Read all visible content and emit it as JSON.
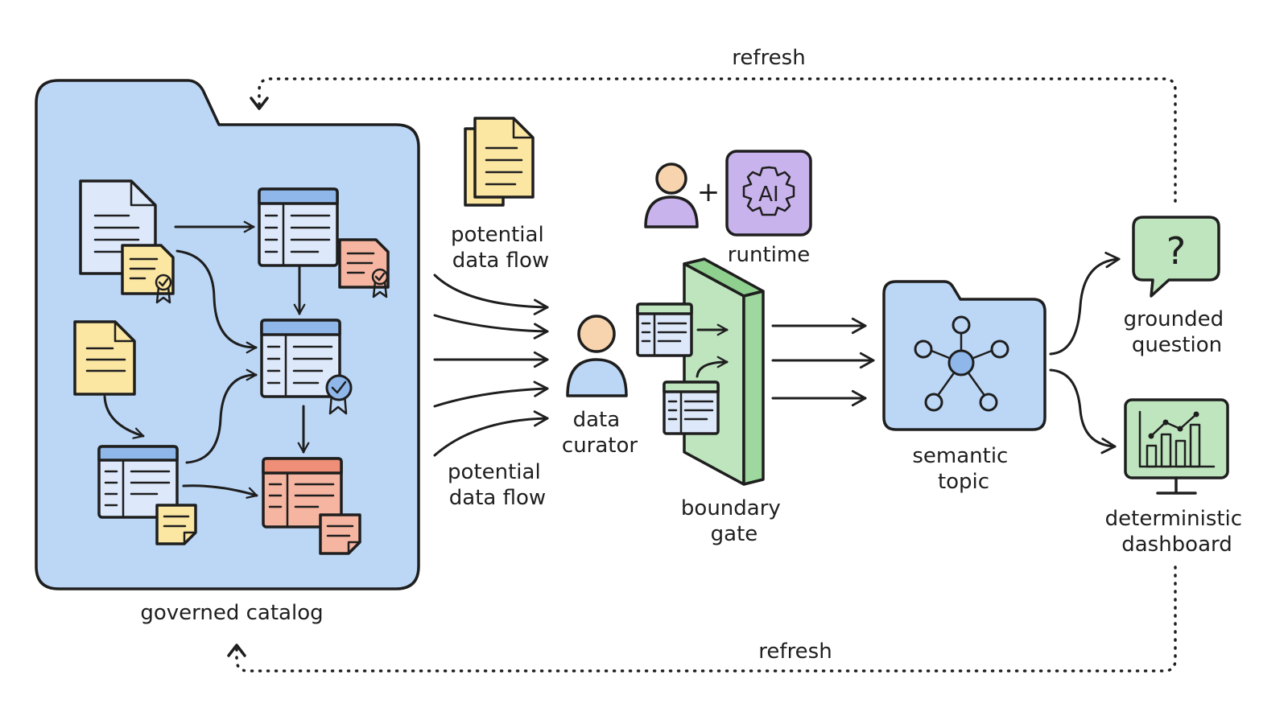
{
  "labels": {
    "refresh_top": "refresh",
    "refresh_bottom": "refresh",
    "governed_catalog": "governed catalog",
    "flow_top": [
      "potential",
      "data flow"
    ],
    "flow_bottom": [
      "potential",
      "data flow"
    ],
    "data_curator": [
      "data",
      "curator"
    ],
    "runtime": "runtime",
    "ai_badge": "AI",
    "plus": "+",
    "boundary_gate": [
      "boundary",
      "gate"
    ],
    "semantic_topic": [
      "semantic",
      "topic"
    ],
    "grounded_question": [
      "grounded",
      "question"
    ],
    "deterministic_dashboard": [
      "deterministic",
      "dashboard"
    ],
    "question_mark": "?"
  },
  "colors": {
    "catalog_blue": "#bcd7f6",
    "header_blue": "#8fb7ea",
    "note_yellow": "#fbe6a2",
    "doc_blue": "#dde9fb",
    "salmon": "#f6b5a1",
    "salmon_header": "#ef8f78",
    "green": "#bfe5bf",
    "purple": "#c9b3ec",
    "skin": "#f8d4ae",
    "ink": "#1e1e1e"
  },
  "icons": [
    "document-icon",
    "table-icon",
    "certified-badge-icon",
    "sticky-note-icon",
    "person-icon",
    "ai-chip-icon",
    "network-icon",
    "question-bubble-icon",
    "dashboard-monitor-icon",
    "folder-icon"
  ]
}
